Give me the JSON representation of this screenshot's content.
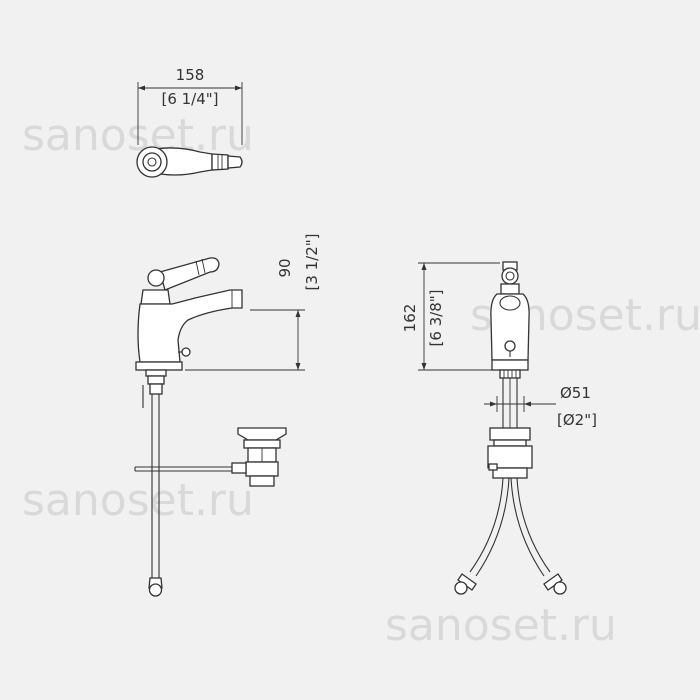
{
  "watermark": {
    "text": "sanoset.ru"
  },
  "top_view": {
    "width_mm": "158",
    "width_in": "[6 1/4\"]"
  },
  "side_view": {
    "height_mm": "90",
    "height_in": "[3 1/2\"]"
  },
  "front_view": {
    "height_mm": "162",
    "height_in": "[6 3/8\"]",
    "diameter_mm": "Ø51",
    "diameter_in": "[Ø2\"]"
  },
  "colors": {
    "line": "#333333",
    "background": "#f1f1f1",
    "watermark": "#d9d9d9"
  }
}
